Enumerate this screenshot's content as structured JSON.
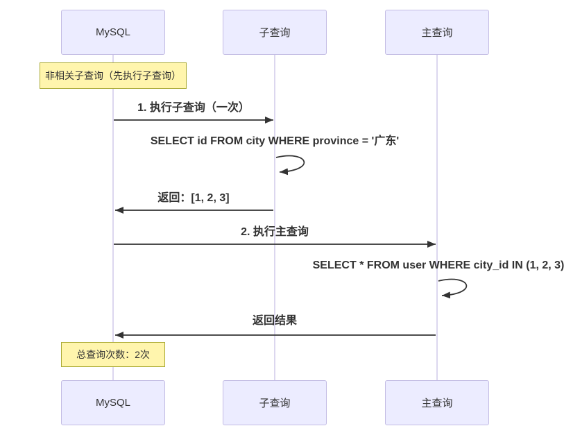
{
  "diagram": {
    "type": "sequence",
    "actors": [
      {
        "id": "mysql",
        "label": "MySQL"
      },
      {
        "id": "subquery",
        "label": "子查询"
      },
      {
        "id": "mainquery",
        "label": "主查询"
      }
    ],
    "notes": [
      {
        "id": "intro-note",
        "text": "非相关子查询（先执行子查询）"
      },
      {
        "id": "total-note",
        "text": "总查询次数：2次"
      }
    ],
    "messages": [
      {
        "seq": 1,
        "from": "MySQL",
        "to": "子查询",
        "kind": "solid-arrow",
        "label": "1. 执行子查询（一次）"
      },
      {
        "seq": 2,
        "from": "子查询",
        "to": "子查询",
        "kind": "self-loop",
        "label": "SELECT id FROM city WHERE province = '广东'"
      },
      {
        "seq": 3,
        "from": "子查询",
        "to": "MySQL",
        "kind": "solid-arrow",
        "label": "返回：[1, 2, 3]"
      },
      {
        "seq": 4,
        "from": "MySQL",
        "to": "主查询",
        "kind": "solid-arrow",
        "label": "2. 执行主查询"
      },
      {
        "seq": 5,
        "from": "主查询",
        "to": "主查询",
        "kind": "self-loop",
        "label": "SELECT * FROM user WHERE city_id IN (1, 2, 3)"
      },
      {
        "seq": 6,
        "from": "主查询",
        "to": "MySQL",
        "kind": "solid-arrow",
        "label": "返回结果"
      }
    ],
    "colors": {
      "background": "#FFFFFF",
      "actor_fill": "#ECECFF",
      "actor_border": "#C3BCE4",
      "lifeline": "#D0CAEA",
      "note_fill": "#FFF5AD",
      "note_border": "#AAAA33",
      "message_line": "#333333",
      "text": "#333333"
    }
  }
}
